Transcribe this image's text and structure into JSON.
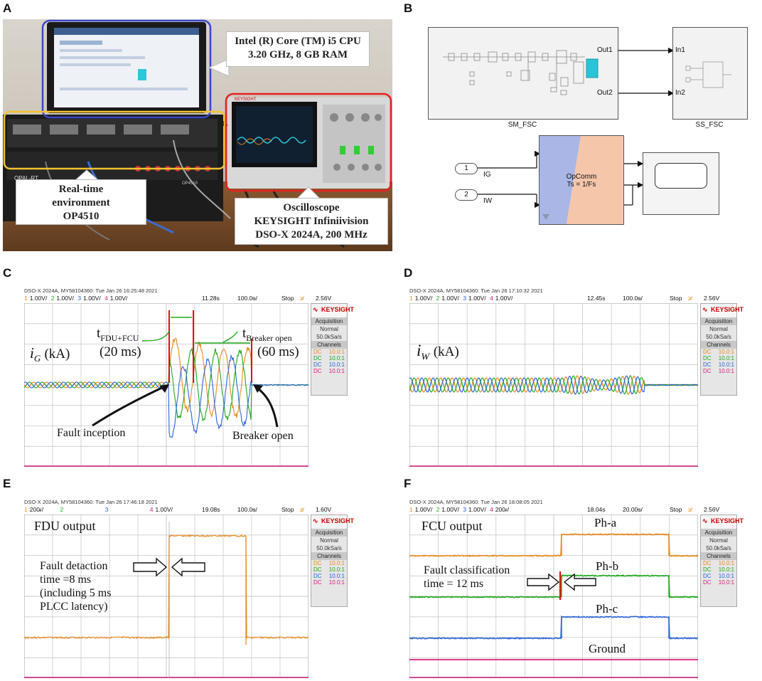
{
  "panel_letters": [
    "A",
    "B",
    "C",
    "D",
    "E",
    "F"
  ],
  "photo": {
    "cpu_label_line1": "Intel (R) Core (TM) i5 CPU",
    "cpu_label_line2": "3.20 GHz, 8 GB RAM",
    "rt_label_line1": "Real-time",
    "rt_label_line2": "environment",
    "rt_label_line3": "OP4510",
    "osc_label_line1": "Oscilloscope",
    "osc_label_line2": "KEYSIGHT Infiniivision",
    "osc_label_line3": "DSO-X 2024A, 200 MHz",
    "brand_opal": "OPAL-RT",
    "model_opal": "OP4510",
    "brand_keysight": "KEYSIGHT"
  },
  "simulink": {
    "sm_block": "SM_FSC",
    "ss_block": "SS_FSC",
    "out1": "Out1",
    "out2": "Out2",
    "in1": "In1",
    "in2": "In2",
    "inport1_num": "1",
    "inport1_name": "IG",
    "inport2_num": "2",
    "inport2_name": "IW",
    "opcomm_line1": "OpComm",
    "opcomm_line2": "Ts = 1/Fs"
  },
  "scopes": {
    "c": {
      "header": "DSO-X 2024A, MY58104360: Tue Jan 26 16:25:48 2021",
      "ch_settings": [
        "1.00V/",
        "1.00V/",
        "1.00V/",
        "1.00V/"
      ],
      "time_pos": "11.28s",
      "time_div": "100.0ᵴ/",
      "state": "Stop",
      "trig": "2.56V",
      "label_main": "i",
      "label_sub": "G",
      "label_unit": "(kA)",
      "t1_main": "t",
      "t1_sub": "FDU+FCU",
      "t1_val": "(20 ms)",
      "t2_main": "t",
      "t2_sub": "Breaker open",
      "t2_val": "(60 ms)",
      "ann_fault": "Fault inception",
      "ann_breaker": "Breaker open"
    },
    "d": {
      "header": "DSO-X 2024A, MY58104360: Tue Jan 26 17:10:32 2021",
      "ch_settings": [
        "1.00V/",
        "1.00V/",
        "1.00V/",
        "1.00V/"
      ],
      "time_pos": "12.45s",
      "time_div": "100.0ᵴ/",
      "state": "Stop",
      "trig": "2.56V",
      "label_main": "i",
      "label_sub": "W",
      "label_unit": "(kA)"
    },
    "e": {
      "header": "DSO-X 2024A, MY58104360: Tue Jan 26 17:46:18 2021",
      "ch_settings": [
        "200ᵳ/",
        "",
        "",
        "1.00V/"
      ],
      "time_pos": "19.08s",
      "time_div": "100.0ᵴ/",
      "state": "Stop",
      "trig": "1.60V",
      "title": "FDU output",
      "ann1": "Fault detaction",
      "ann2": "time =8 ms",
      "ann3": "(including 5 ms",
      "ann4": "PLCC latency)"
    },
    "f": {
      "header": "DSO-X 2024A, MY58104360: Tue Jan 26 18:08:05 2021",
      "ch_settings": [
        "1.00V/",
        "1.00V/",
        "1.00V/",
        "200ᵳ/"
      ],
      "time_pos": "18.04s",
      "time_div": "20.00ᵴ/",
      "state": "Stop",
      "trig": "2.56V",
      "title": "FCU output",
      "ph_a": "Ph-a",
      "ph_b": "Ph-b",
      "ph_c": "Ph-c",
      "ground": "Ground",
      "ann1": "Fault classification",
      "ann2": "time = 12 ms"
    }
  },
  "sidebar": {
    "brand": "KEYSIGHT",
    "acq_title": "Acquisition",
    "acq_mode": "Normal",
    "acq_rate": "50.0kSa/s",
    "channels_title": "Channels",
    "coupling": "DC",
    "probe": "10.0:1"
  },
  "colors": {
    "ch1": "#e8891e",
    "ch2": "#1fa81f",
    "ch3": "#2b63d6",
    "ch4": "#d4207a",
    "grid": "#c9c9c9",
    "marker": "#e01010"
  }
}
